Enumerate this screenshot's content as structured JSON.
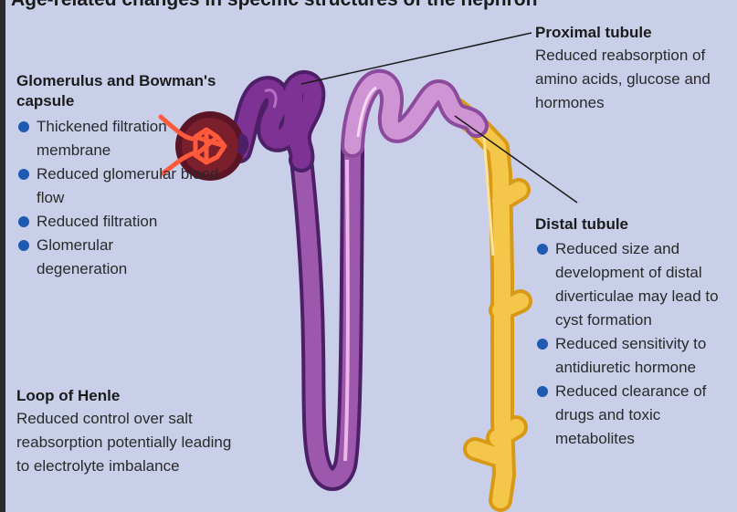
{
  "title_partial": "Age-related changes in specific structures of the nephron",
  "glomerulus": {
    "heading": "Glomerulus and Bowman's capsule",
    "items": [
      "Thickened filtration membrane",
      "Reduced glomerular blood flow",
      "Reduced filtration",
      "Glomerular degeneration"
    ]
  },
  "proximal": {
    "heading": "Proximal tubule",
    "text": "Reduced reabsorption of amino acids, glucose and hormones"
  },
  "distal": {
    "heading": "Distal tubule",
    "items": [
      "Reduced size and development of distal diverticulae may lead to cyst formation",
      "Reduced sensitivity to antidiuretic hormone",
      "Reduced clearance of drugs and toxic metabolites"
    ]
  },
  "loop": {
    "heading": "Loop of Henle",
    "text": "Reduced control over salt reabsorption potentially leading to electrolyte imbalance"
  },
  "colors": {
    "background": "#c9cfe9",
    "bullet": "#1d5ab0",
    "nephron_dark": "#6a2b86",
    "nephron_light": "#c98fcf",
    "collecting_duct": "#f0b62b",
    "glomerulus": "#7a1f2b",
    "capillary": "#ff5a3c"
  }
}
